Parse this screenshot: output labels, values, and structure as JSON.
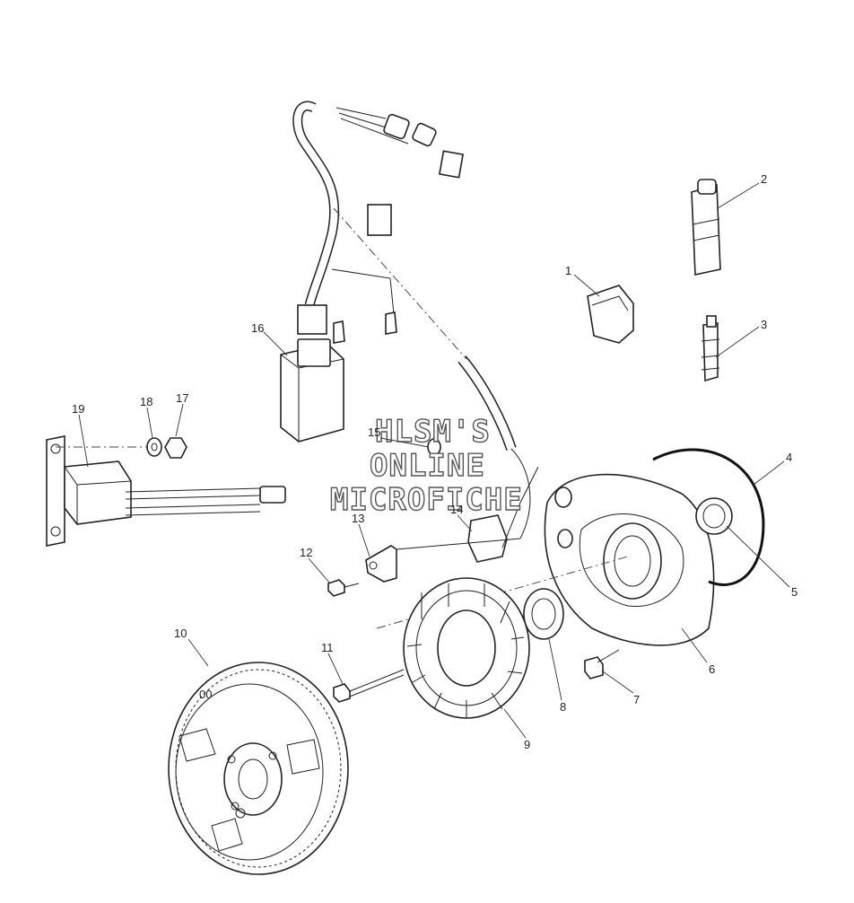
{
  "watermark": {
    "line1": "HLSM'S",
    "line2": "ONLINE",
    "line3": "MICROFICHE"
  },
  "callouts": [
    {
      "id": "part-1-ignition-coil",
      "label": "1"
    },
    {
      "id": "part-2-spark-plug-cap",
      "label": "2"
    },
    {
      "id": "part-3-spark-plug",
      "label": "3"
    },
    {
      "id": "part-4-o-ring",
      "label": "4"
    },
    {
      "id": "part-5-bearing",
      "label": "5"
    },
    {
      "id": "part-6-stator-plate",
      "label": "6"
    },
    {
      "id": "part-7-bolt",
      "label": "7"
    },
    {
      "id": "part-8-seal",
      "label": "8"
    },
    {
      "id": "part-9-stator",
      "label": "9"
    },
    {
      "id": "part-10-flywheel",
      "label": "10"
    },
    {
      "id": "part-11-screw",
      "label": "11"
    },
    {
      "id": "part-12-screw",
      "label": "12"
    },
    {
      "id": "part-13-bracket",
      "label": "13"
    },
    {
      "id": "part-14-trigger-coil",
      "label": "14"
    },
    {
      "id": "part-15-washer",
      "label": "15"
    },
    {
      "id": "part-16-cdi-box",
      "label": "16"
    },
    {
      "id": "part-17-nut",
      "label": "17"
    },
    {
      "id": "part-18-washer",
      "label": "18"
    },
    {
      "id": "part-19-rectifier",
      "label": "19"
    }
  ]
}
